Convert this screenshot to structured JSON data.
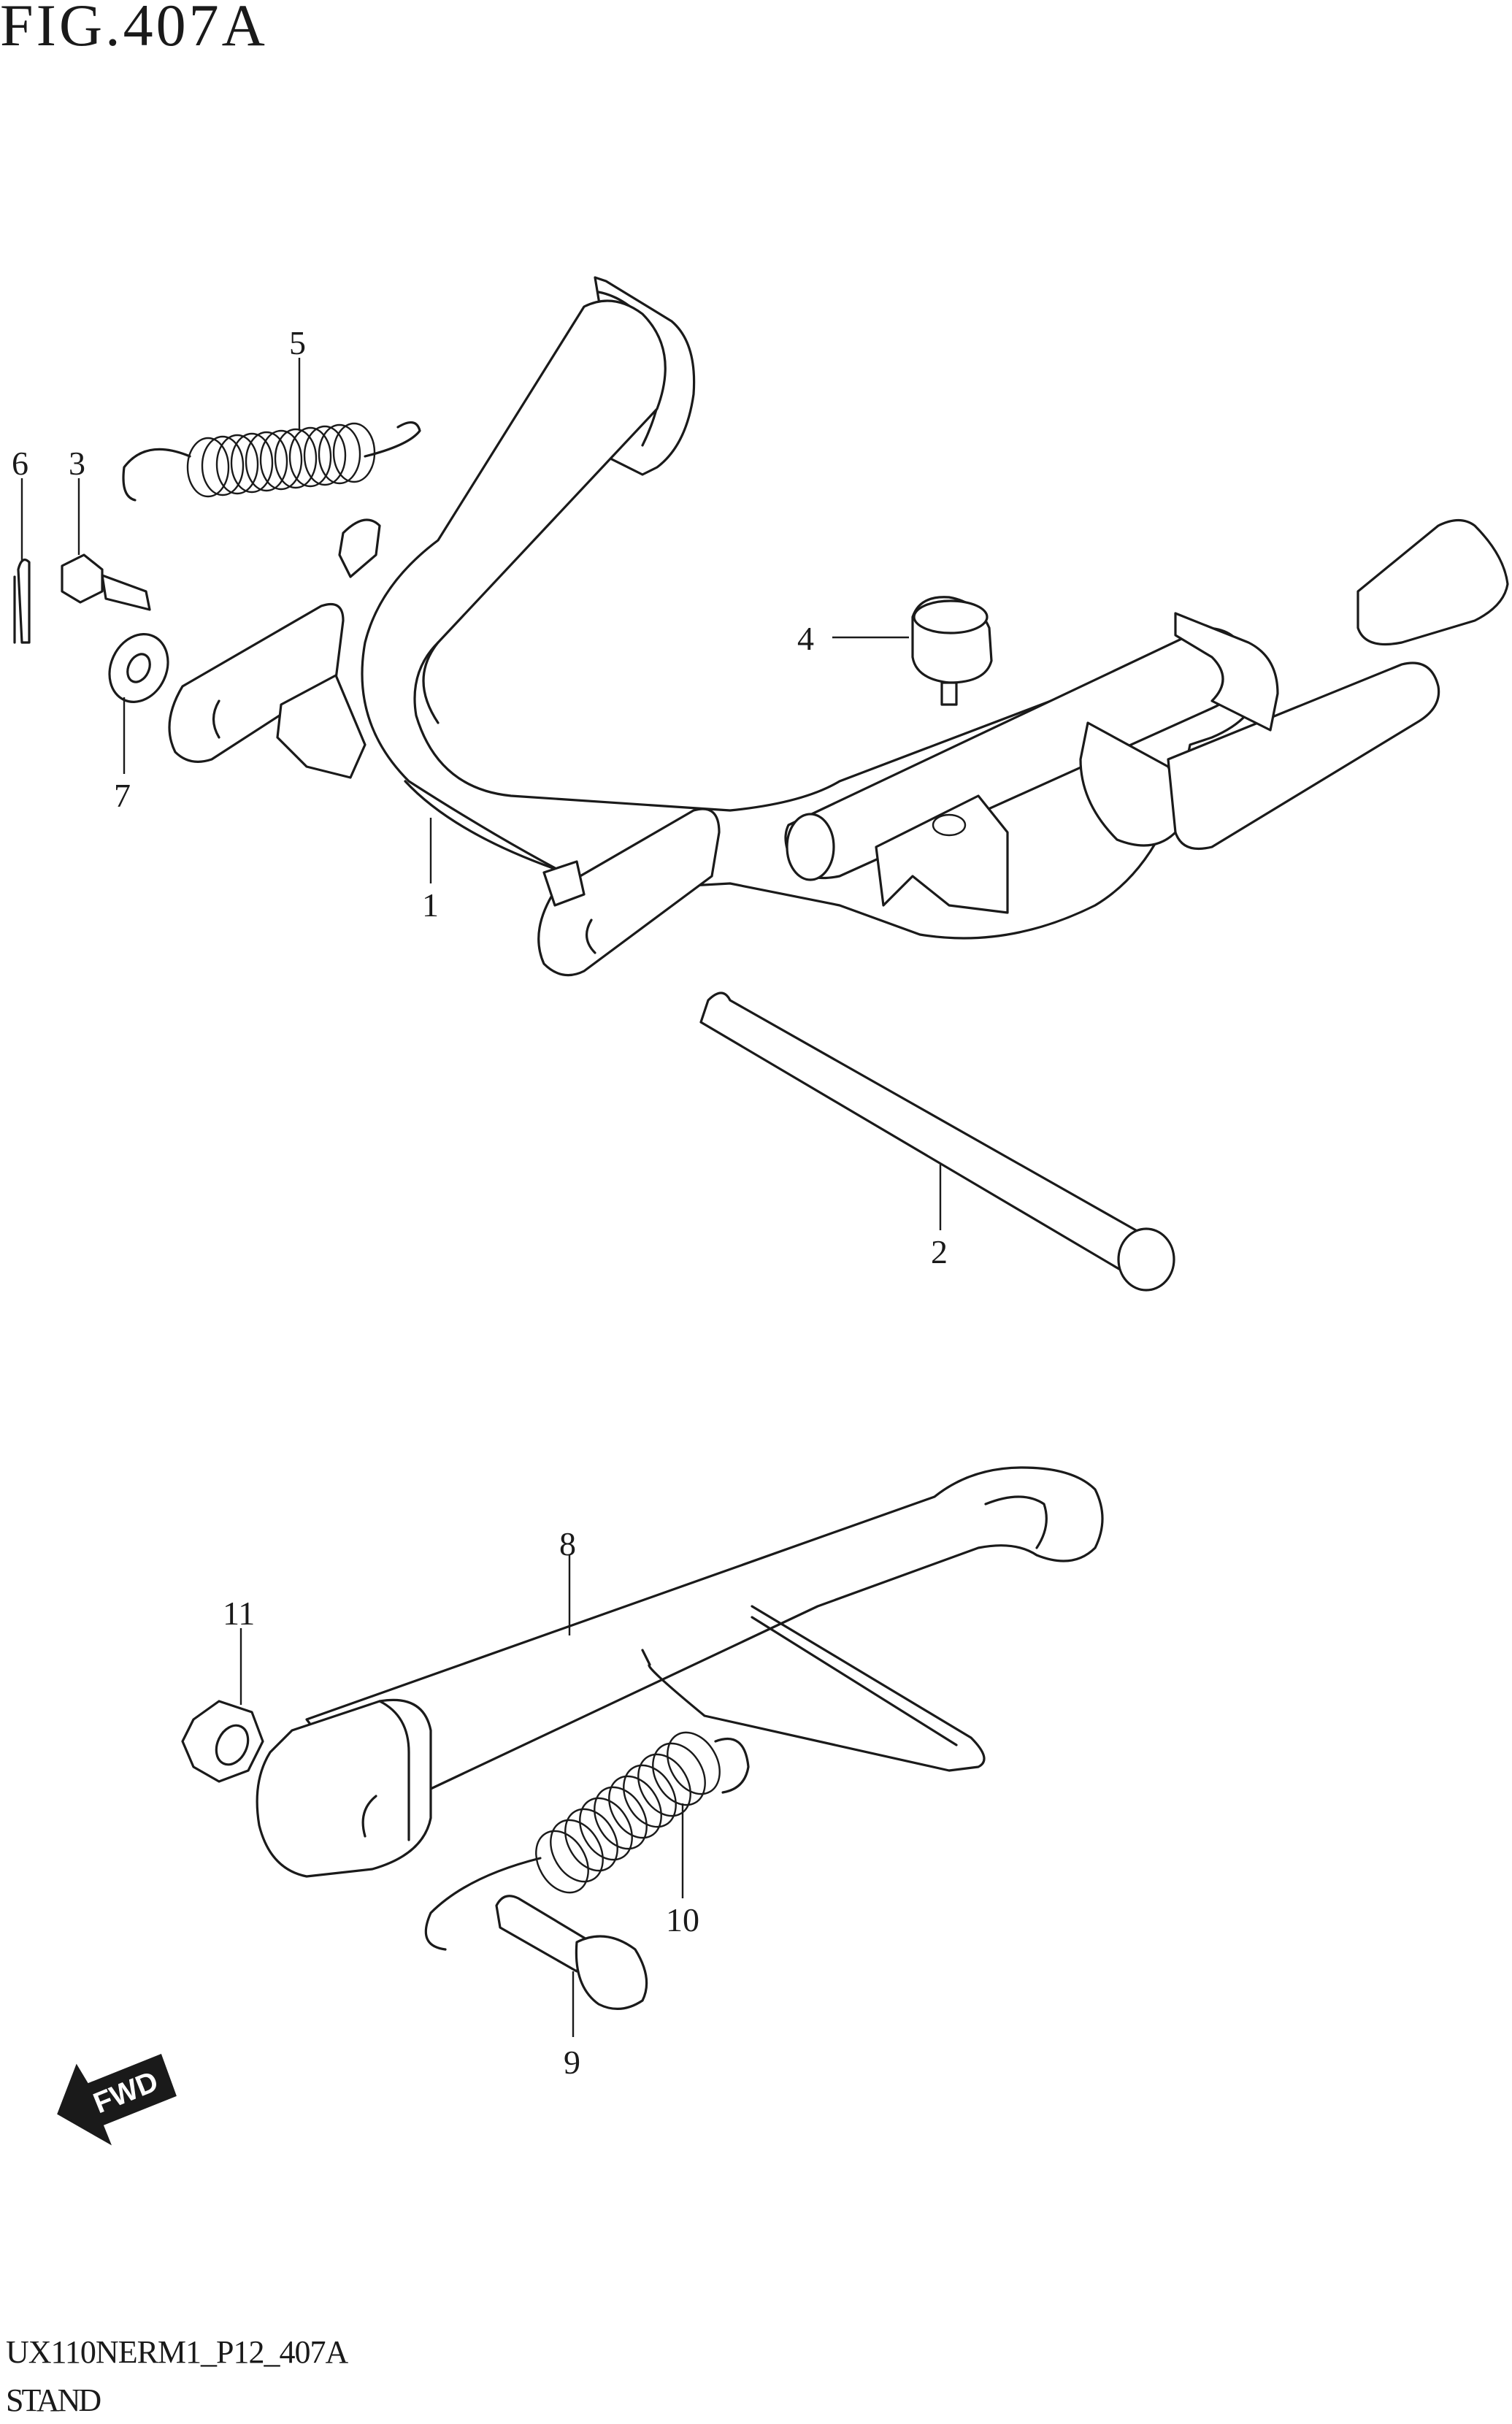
{
  "figure": {
    "title": "FIG.407A"
  },
  "footer": {
    "code": "UX110NERM1_P12_407A",
    "name": "STAND"
  },
  "fwd_indicator": {
    "label": "FWD",
    "icon": "forward-arrow-icon"
  },
  "callouts": {
    "c1": "1",
    "c2": "2",
    "c3": "3",
    "c4": "4",
    "c5": "5",
    "c6": "6",
    "c7": "7",
    "c8": "8",
    "c9": "9",
    "c10": "10",
    "c11": "11"
  }
}
